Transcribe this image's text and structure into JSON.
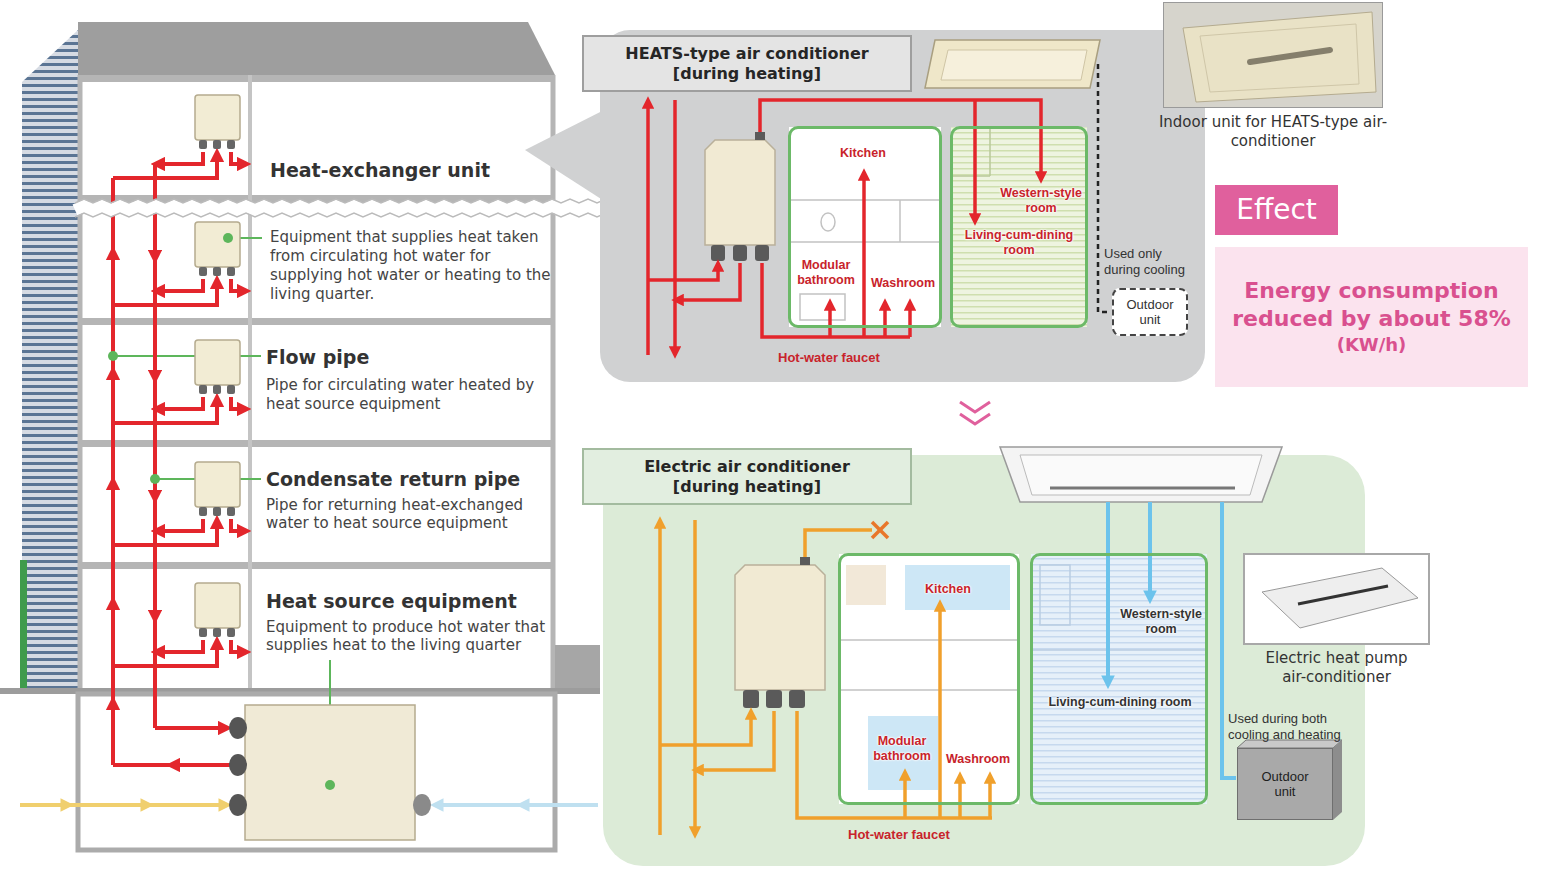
{
  "diagram": {
    "nodes": [
      {
        "text": [
          "HEATS-type air conditioner [during heating]"
        ]
      },
      {
        "text": [
          "Kitchen",
          "Modular bathroom",
          "Washroom"
        ]
      },
      {
        "text": [
          "Western-style room",
          "Living-cum-dining room"
        ]
      },
      {
        "text": [
          "Outdoor unit"
        ]
      },
      {
        "text": [
          "Indoor unit for HEATS-type air-conditioner"
        ]
      },
      {
        "text": [
          "Effect"
        ]
      },
      {
        "text": [
          "Energy consumption reduced by about 58%",
          "(KW/h)"
        ]
      },
      {
        "text": [
          "Electric air conditioner [during heating]"
        ]
      },
      {
        "text": [
          "Kitchen",
          "Modular bathroom",
          "Washroom"
        ]
      },
      {
        "text": [
          "Western-style room",
          "Living-cum-dining room"
        ]
      },
      {
        "text": [
          "Electric heat pump air-conditioner"
        ]
      },
      {
        "text": [
          "Outdoor unit"
        ]
      }
    ],
    "labels": [
      "Heat-exchanger unit",
      "Equipment that supplies heat taken from circulating hot water for supplying hot water or heating to the living quarter.",
      "Flow pipe",
      "Pipe for circulating water heated by heat source equipment",
      "Condensate return pipe",
      "Pipe for returning heat-exchanged water to heat source equipment",
      "Heat source equipment",
      "Equipment to produce hot water that supplies heat to the living quarter",
      "Used only during cooling",
      "Hot-water faucet",
      "Used during both cooling and heating",
      "Hot-water faucet"
    ]
  }
}
